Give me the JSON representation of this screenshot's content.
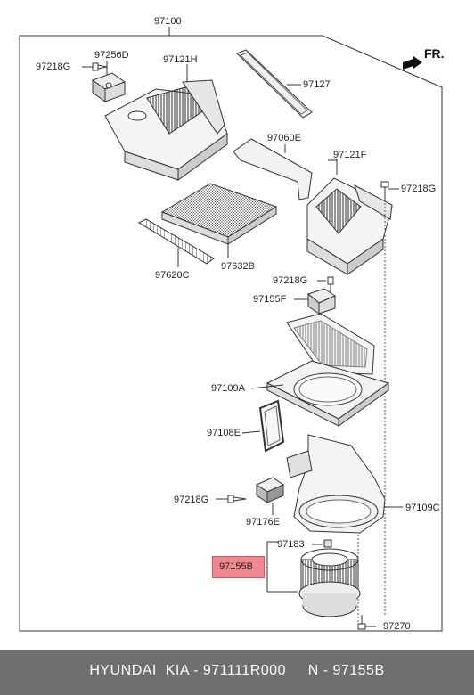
{
  "diagram": {
    "labels": {
      "assembly": "97100",
      "bolt_top_left": "97218G",
      "actuator": "97256D",
      "upper_case_left": "97121H",
      "filter_cover": "97127",
      "duct": "97060E",
      "upper_case_right": "97121F",
      "bolt_right": "97218G",
      "filter": "97632B",
      "filter_frame": "97620C",
      "bolt_center": "97218G",
      "sensor": "97155F",
      "lower_case": "97109A",
      "seal": "97108E",
      "bolt_lower_left": "97218G",
      "resistor": "97176E",
      "scroll_case": "97109C",
      "motor_clip": "97183",
      "blower_motor": "97155B",
      "screw": "97270"
    },
    "direction_label": "FR."
  },
  "footer": {
    "caption": "HYUNDAI  KIA - 971111R000     N - 97155B"
  },
  "colors": {
    "highlight": "#f0888f",
    "footer_bg": "#6f6f6f",
    "line": "#333333"
  }
}
